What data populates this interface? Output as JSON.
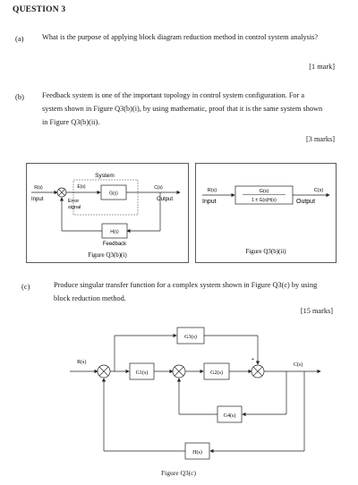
{
  "heading": "QUESTION 3",
  "part_a": {
    "label": "(a)",
    "text": "What is the purpose of applying block diagram reduction method in control system analysis?",
    "marks": "[1 mark]"
  },
  "part_b": {
    "label": "(b)",
    "text": "Feedback system is one of the important topology in control system configuration. For a system shown in Figure Q3(b)(i), by using mathematic, proof that it is the same system shown in Figure Q3(b)(ii).",
    "marks": "[3 marks]",
    "fig_i": {
      "system_label": "System",
      "r_label": "R(s)",
      "e_label": "E(s)",
      "g_block": "G(s)",
      "c_label": "C(s)",
      "input_label": "Input",
      "error_label": "Error",
      "signal_label": "signal",
      "output_label": "Output",
      "h_block": "H(s)",
      "feedback_label": "Feedback",
      "caption": "Figure Q3(b)(i)"
    },
    "fig_ii": {
      "r_label": "R(s)",
      "c_label": "C(s)",
      "tf_num": "G(s)",
      "tf_den": "1 ± G(s)H(s)",
      "input_label": "Input",
      "output_label": "Output",
      "caption": "Figure Q3(b)(ii)"
    }
  },
  "part_c": {
    "label": "(c)",
    "text": "Produce singular transfer function for a complex system shown in Figure Q3(c) by using block reduction method.",
    "marks": "[15 marks]",
    "fig": {
      "r_label": "R(s)",
      "c_label": "C(s)",
      "g1": "G1(s)",
      "g2": "G2(s)",
      "g3": "G3(s)",
      "g4": "G4(s)",
      "h": "H(s)",
      "caption": "Figure Q3(c)"
    }
  }
}
